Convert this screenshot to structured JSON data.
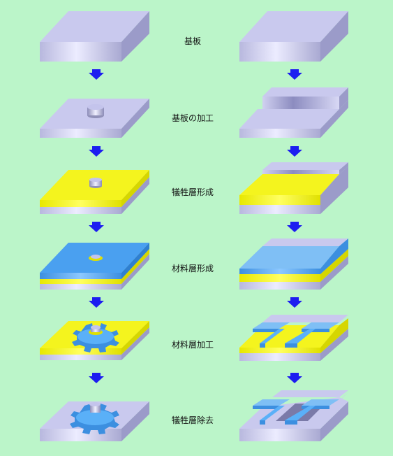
{
  "steps": [
    {
      "label": "基板"
    },
    {
      "label": "基板の加工"
    },
    {
      "label": "犠牲層形成"
    },
    {
      "label": "材料層形成"
    },
    {
      "label": "材料層加工"
    },
    {
      "label": "犠牲層除去"
    }
  ],
  "colors": {
    "background": "#bbf5c9",
    "substrate_top": "#c9c9ee",
    "substrate_side": "#9b9bc9",
    "sacrificial": "#f4f41e",
    "material": "#4aa0f0",
    "material_light": "#7fbff5",
    "arrow": "#1d1df0"
  }
}
